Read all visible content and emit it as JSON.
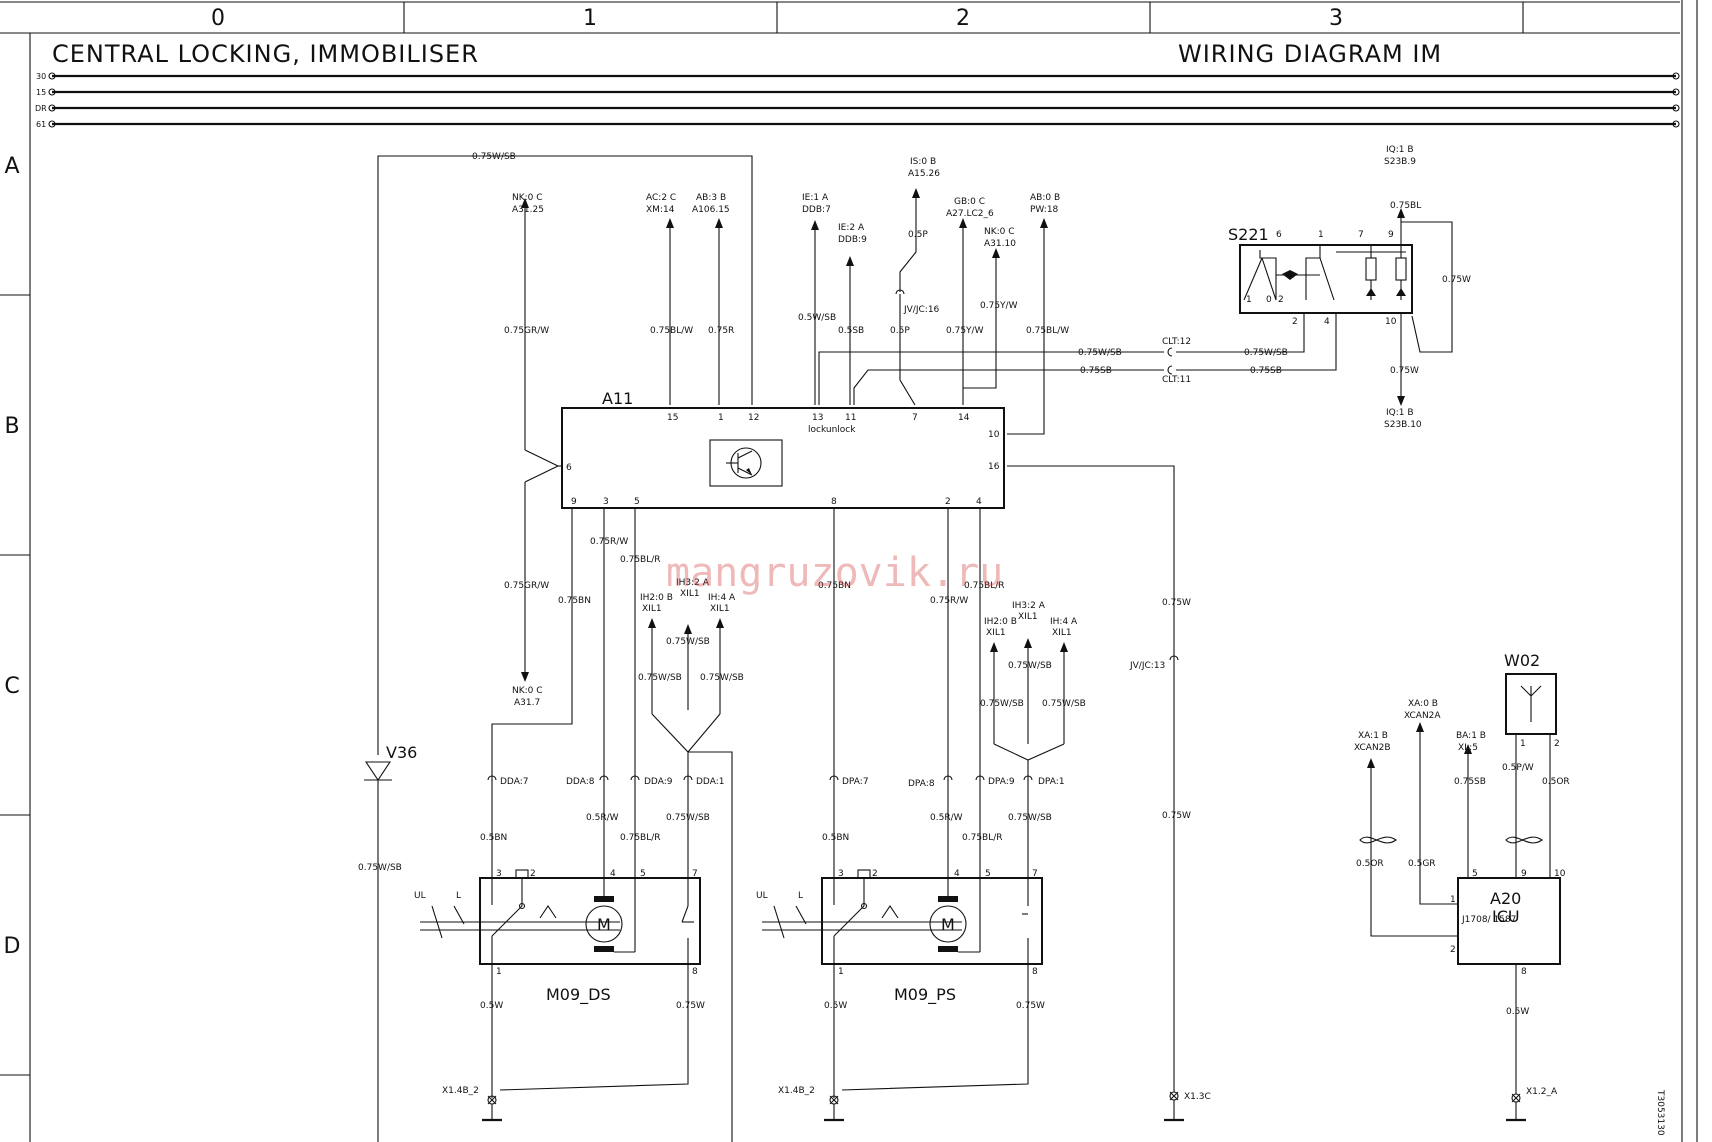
{
  "header": {
    "columns": [
      "0",
      "1",
      "2",
      "3"
    ],
    "rows": [
      "A",
      "B",
      "C",
      "D"
    ],
    "title_left": "CENTRAL LOCKING, IMMOBILISER",
    "title_right": "WIRING DIAGRAM IM"
  },
  "buses": [
    "30",
    "15",
    "DR",
    "61"
  ],
  "components": {
    "a11": {
      "name": "A11",
      "sublabel": "lockunlock"
    },
    "s221": {
      "name": "S221"
    },
    "v36": {
      "name": "V36"
    },
    "w02": {
      "name": "W02"
    },
    "a20": {
      "name": "A20",
      "sub": "ICU",
      "note": "J1708/ 1587"
    },
    "m09ds": {
      "name": "M09_DS"
    },
    "m09ps": {
      "name": "M09_PS"
    }
  },
  "a11_pins": {
    "top": [
      "15",
      "1",
      "12",
      "13",
      "11",
      "7",
      "14"
    ],
    "right": [
      "10",
      "16"
    ],
    "left": [
      "6"
    ],
    "bottom": [
      "9",
      "3",
      "5",
      "8",
      "2",
      "4"
    ]
  },
  "refs": {
    "nk_a31_25": [
      "NK:0 C",
      "A31.25"
    ],
    "ac_xm14": [
      "AC:2 C",
      "XM:14"
    ],
    "ab_a106": [
      "AB:3 B",
      "A106.15"
    ],
    "ie1_ddb7": [
      "IE:1 A",
      "DDB:7"
    ],
    "ie2_ddb9": [
      "IE:2 A",
      "DDB:9"
    ],
    "is_a15": [
      "IS:0 B",
      "A15.26"
    ],
    "gb_a27": [
      "GB:0 C",
      "A27.LC2_6"
    ],
    "nk_a31_10": [
      "NK:0 C",
      "A31.10"
    ],
    "ab_pw18": [
      "AB:0 B",
      "PW:18"
    ],
    "iq_top": [
      "IQ:1 B",
      "S23B.9"
    ],
    "iq_bot": [
      "IQ:1 B",
      "S23B.10"
    ],
    "nk_a31_7": [
      "NK:0 C",
      "A31.7"
    ],
    "ih2_ds": [
      "IH2:0 B",
      "XIL1"
    ],
    "ih3_ds": [
      "IH3:2 A",
      "XIL1"
    ],
    "ih4_ds": [
      "IH:4 A",
      "XIL1"
    ],
    "ih2_ps": [
      "IH2:0 B",
      "XIL1"
    ],
    "ih3_ps": [
      "IH3:2 A",
      "XIL1"
    ],
    "ih4_ps": [
      "IH:4 A",
      "XIL1"
    ],
    "xa1": [
      "XA:1 B",
      "XCAN2B"
    ],
    "xa0": [
      "XA:0 B",
      "XCAN2A"
    ],
    "ba1": [
      "BA:1 B",
      "XL:5"
    ]
  },
  "wire_labels": {
    "v36_top": "0.75W/SB",
    "gr_w_up": "0.75GR/W",
    "bl_w": "0.75BL/W",
    "r_up": "0.75R",
    "w_sb_13": "0.5W/SB",
    "sb_11": "0.5SB",
    "p_up": "0.5P",
    "p_7": "0.5P",
    "y_w_14": "0.75Y/W",
    "y_w_up": "0.75Y/W",
    "bl_w_10": "0.75BL/W",
    "s221_bl": "0.75BL",
    "s221_w": "0.75W",
    "s221_w_bot": "0.75W",
    "clt12_l": "0.75W/SB",
    "clt12_r": "0.75W/SB",
    "clt11_l": "0.75SB",
    "clt11_r": "0.75SB",
    "gr_w_down": "0.75GR/W",
    "bn_9": "0.75BN",
    "r_w_3": "0.75R/W",
    "bl_r_5": "0.75BL/R",
    "bn_8": "0.75BN",
    "r_w_2": "0.75R/W",
    "bl_r_4": "0.75BL/R",
    "w_16": "0.75W",
    "w_16_low": "0.75W",
    "ds_wsb_a": "0.75W/SB",
    "ds_wsb_b": "0.75W/SB",
    "ds_wsb_c": "0.75W/SB",
    "ps_wsb_a": "0.75W/SB",
    "ps_wsb_b": "0.75W/SB",
    "ps_wsb_c": "0.75W/SB",
    "ds_bn": "0.5BN",
    "ds_rw": "0.5R/W",
    "ds_blr": "0.75BL/R",
    "ds_wsb": "0.75W/SB",
    "ps_bn": "0.5BN",
    "ps_rw": "0.5R/W",
    "ps_blr": "0.75BL/R",
    "ps_wsb": "0.75W/SB",
    "v36_down": "0.75W/SB",
    "ds_w1": "0.5W",
    "ds_w8": "0.75W",
    "ps_w1": "0.5W",
    "ps_w8": "0.75W",
    "a20_or": "0.5OR",
    "a20_gr": "0.5GR",
    "a20_sb": "0.75SB",
    "a20_pw": "0.5P/W",
    "a20_or2": "0.5OR",
    "a20_w": "0.5W"
  },
  "connectors": {
    "jvjc16": "JV/JC:16",
    "jvjc13": "JV/JC:13",
    "clt12": "CLT:12",
    "clt11": "CLT:11",
    "dda7": "DDA:7",
    "dda8": "DDA:8",
    "dda9": "DDA:9",
    "dda1": "DDA:1",
    "dpa7": "DPA:7",
    "dpa8": "DPA:8",
    "dpa9": "DPA:9",
    "dpa1": "DPA:1"
  },
  "grounds": {
    "ds": "X1.4B_2",
    "ps": "X1.4B_2",
    "mid": "X1.3C",
    "a20": "X1.2_A"
  },
  "motor_labels": {
    "ul": "UL",
    "l": "L",
    "m": "M"
  },
  "motor_pins": {
    "p3": "3",
    "p2": "2",
    "p4": "4",
    "p5": "5",
    "p7": "7",
    "p1": "1",
    "p8": "8"
  },
  "s221_pins": [
    "6",
    "1",
    "7",
    "9",
    "2",
    "4",
    "10",
    "1",
    "0",
    "2"
  ],
  "a20_pins": {
    "p5": "5",
    "p9": "9",
    "p10": "10",
    "p1": "1",
    "p2": "2",
    "p8": "8"
  },
  "w02_pins": {
    "p1": "1",
    "p2": "2"
  },
  "doc_id": "T3053130",
  "watermark": "mangruzovik.ru"
}
